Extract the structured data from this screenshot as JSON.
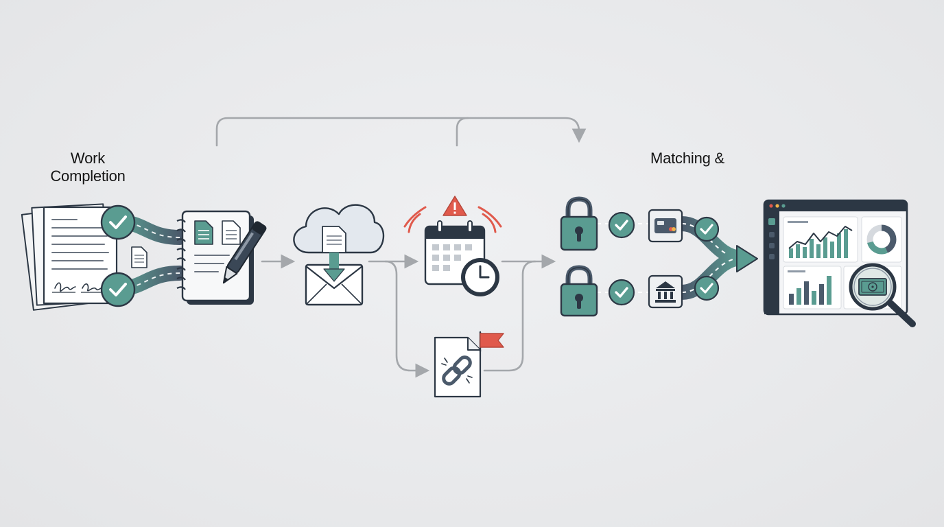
{
  "labels": {
    "work_line1": "Work",
    "work_line2": "Completion",
    "matching": "Matching &"
  },
  "icons": [
    "signed-documents-icon",
    "check-icon",
    "small-document-icon",
    "notebook-pen-icon",
    "cloud-upload-icon",
    "email-envelope-icon",
    "warning-icon",
    "calendar-icon",
    "clock-icon",
    "linked-document-icon",
    "flag-icon",
    "padlock-icon",
    "credit-card-icon",
    "bank-icon",
    "dashboard-icon",
    "magnifier-money-icon"
  ],
  "colors": {
    "background": "#e9eaec",
    "teal": "#5a9c91",
    "dark_slate": "#2c3744",
    "slate": "#4b5a6b",
    "alert_red": "#e05a4c",
    "connector_gray": "#a4a7ab"
  }
}
